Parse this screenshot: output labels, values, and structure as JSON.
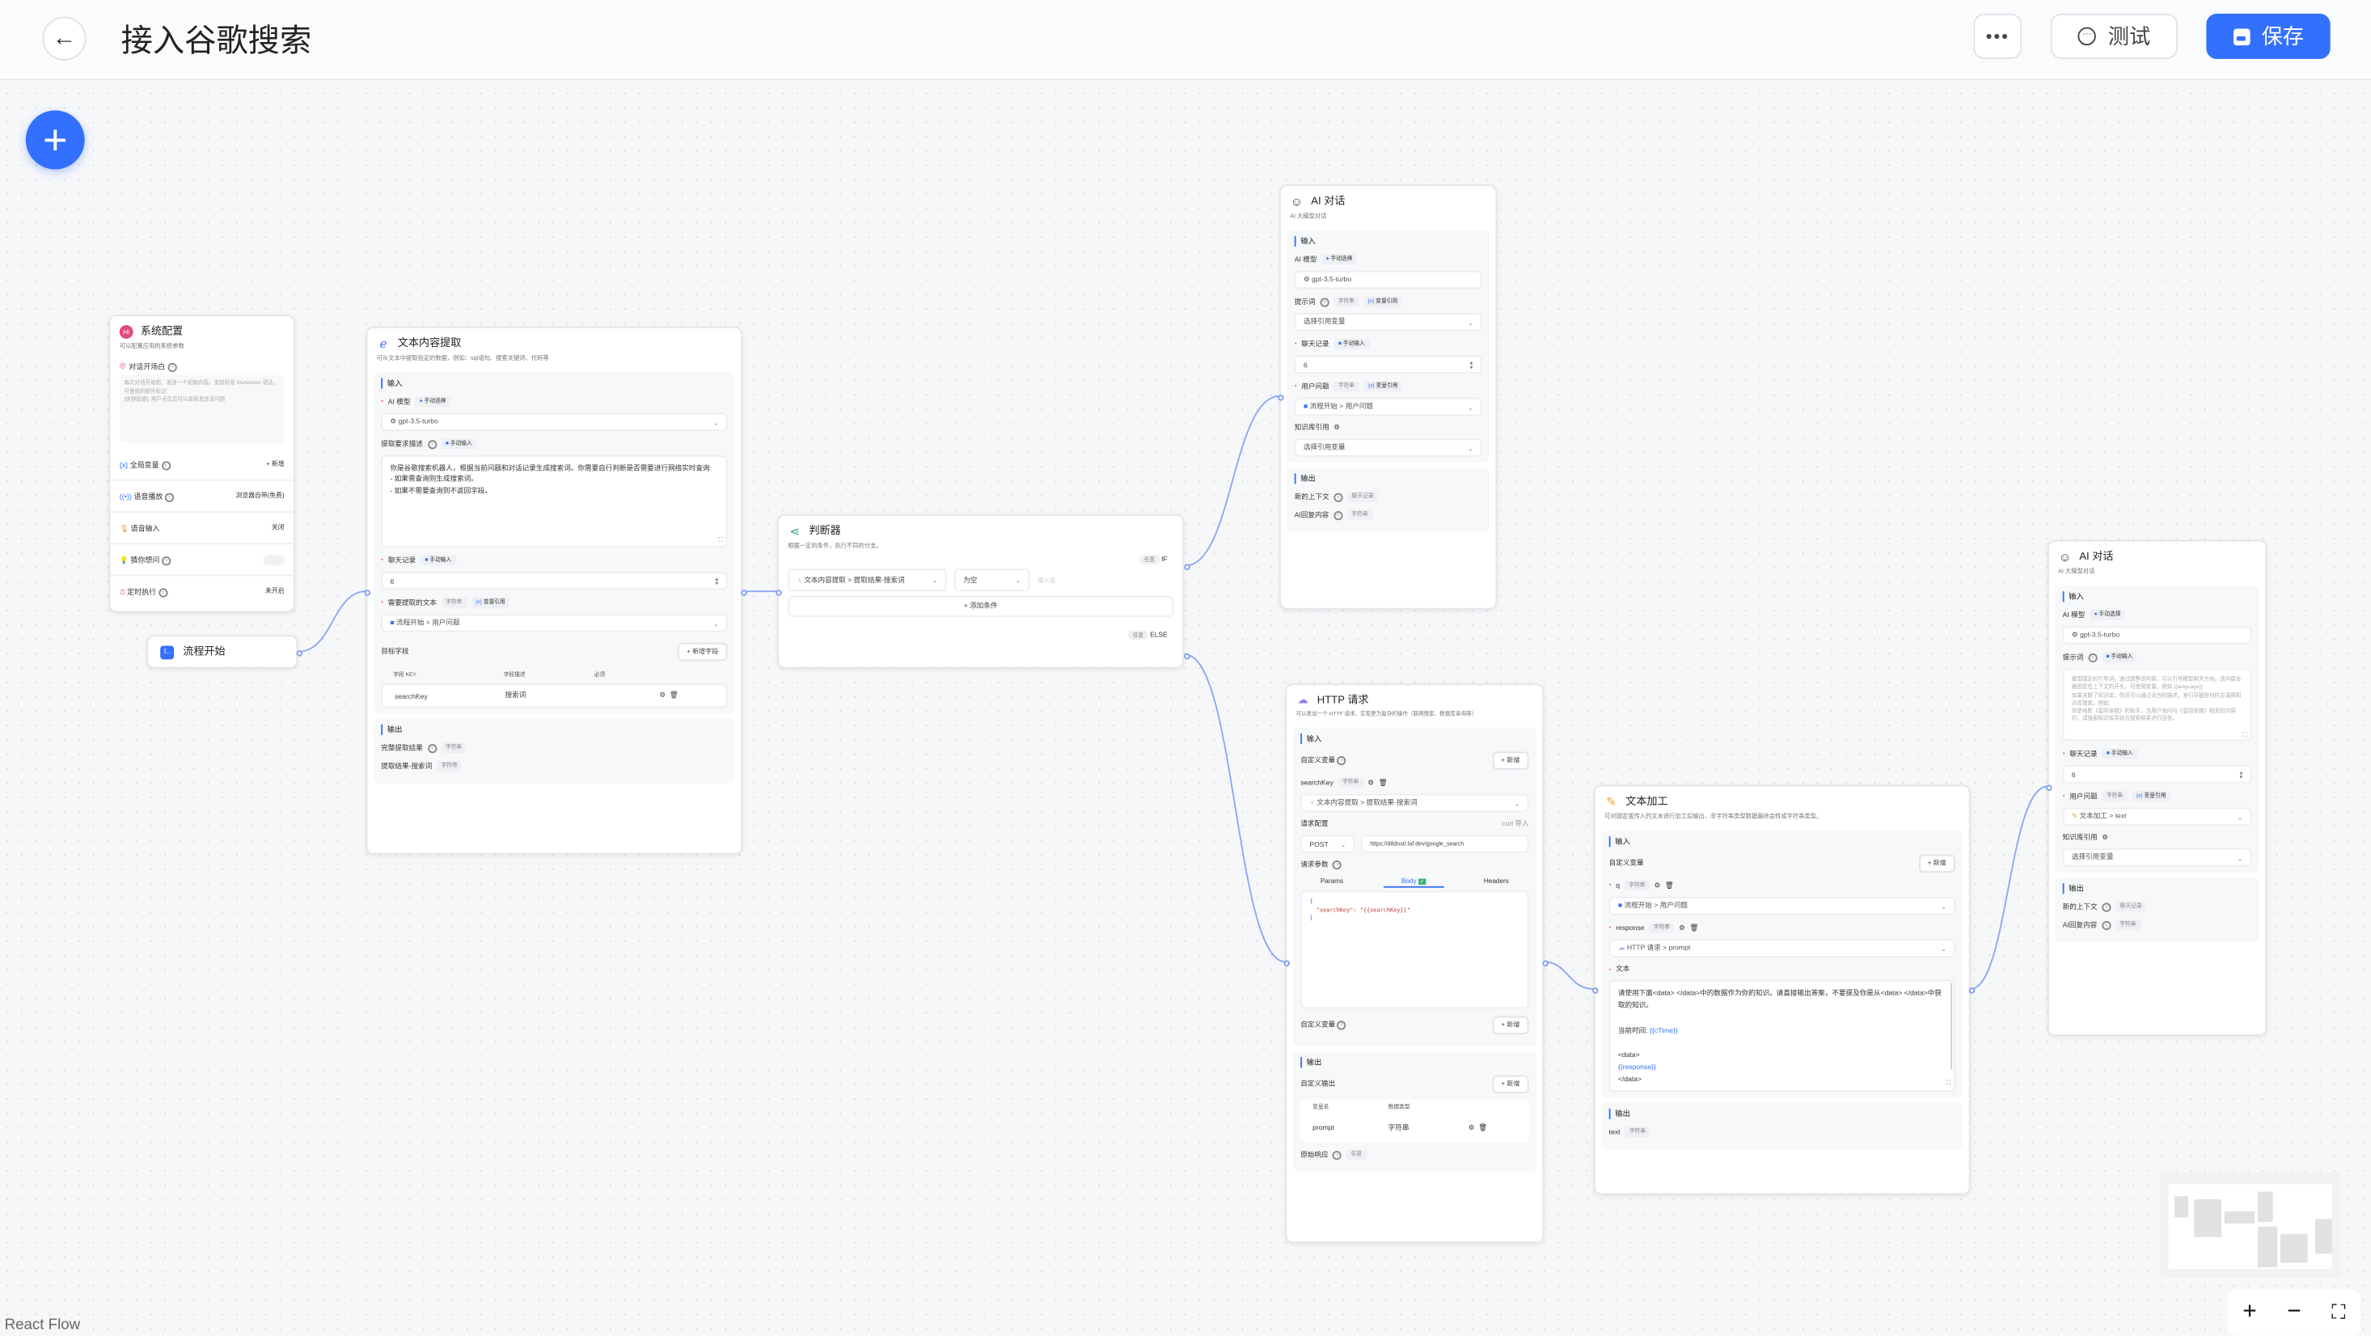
{
  "header": {
    "title": "接入谷歌搜索",
    "more_icon": "ellipsis-icon",
    "test_label": "测试",
    "save_label": "保存",
    "accent": "#3370ff"
  },
  "system_config": {
    "title": "系统配置",
    "desc": "可以配置应用的系统参数",
    "welcome_label": "对话开场白",
    "welcome_placeholder": "每次对话开始前，发送一个初始内容。支持标准 Markdown 语法，可使用的额外标记:\n[快捷按键]: 用户点击后可以直接发送该问题",
    "rows": [
      {
        "label": "全局变量",
        "value": "+ 新增"
      },
      {
        "label": "语音播放",
        "value": "浏览器自带(免费)"
      },
      {
        "label": "语音输入",
        "value": "关闭"
      },
      {
        "label": "猜你想问",
        "value": ""
      },
      {
        "label": "定时执行",
        "value": "未开启"
      }
    ],
    "question_guide_enabled": false
  },
  "flow_start": {
    "title": "流程开始"
  },
  "extract": {
    "title": "文本内容提取",
    "desc": "可从文本中提取指定的数据，例如：sql语句、搜索关键词、代码等",
    "input_title": "输入",
    "model_label": "AI 模型",
    "model_tag": "手动选择",
    "model": "gpt-3.5-turbo",
    "desc_label": "提取要求描述",
    "desc_tag": "手动输入",
    "prompt": "你是谷歌搜索机器人，根据当前问题和对话记录生成搜索词。你需要自行判断是否需要进行网络实时查询:\n- 如果需查询则生成搜索词。\n- 如果不需要查询则不返回字段。",
    "history_label": "聊天记录",
    "history_tag": "手动输入",
    "history": "6",
    "text_label": "需要提取的文本",
    "text_type": "字符串",
    "text_tag": "变量引用",
    "text_value": "流程开始 > 用户问题",
    "fields_label": "目标字段",
    "add_field": "+ 新增字段",
    "columns": [
      "字段 KEY",
      "字段描述",
      "必须"
    ],
    "fields": [
      {
        "key": "searchKey",
        "desc": "搜索词"
      }
    ],
    "output_title": "输出",
    "outputs": [
      {
        "label": "完整提取结果",
        "type": "字符串"
      },
      {
        "label": "提取结果-搜索词",
        "type": "字符串"
      }
    ]
  },
  "judge": {
    "title": "判断器",
    "desc": "根据一定的条件，执行不同的分支。",
    "if_tag": "任意",
    "if_label": "IF",
    "cond_var": "文本内容提取 > 提取结果-搜索词",
    "cond_op": "为空",
    "cond_value_placeholder": "输入值",
    "add_cond": "+ 添加条件",
    "else_tag": "任意",
    "else_label": "ELSE"
  },
  "ai1": {
    "title": "AI 对话",
    "desc": "AI 大模型对话",
    "input_title": "输入",
    "model_label": "AI 模型",
    "model_tag": "手动选择",
    "model": "gpt-3.5-turbo",
    "prompt_label": "提示词",
    "prompt_type": "字符串",
    "prompt_tag": "变量引用",
    "prompt_value": "选择引用变量",
    "history_label": "聊天记录",
    "history_tag": "手动输入",
    "history": "6",
    "question_label": "用户问题",
    "question_type": "字符串",
    "question_tag": "变量引用",
    "question_value": "流程开始 > 用户问题",
    "kb_label": "知识库引用",
    "kb_value": "选择引用变量",
    "output_title": "输出",
    "outputs": [
      {
        "label": "新的上下文",
        "type": "聊天记录"
      },
      {
        "label": "AI回复内容",
        "type": "字符串"
      }
    ]
  },
  "http": {
    "title": "HTTP 请求",
    "desc": "可以发出一个 HTTP 请求，实现更为复杂的操作（联网搜索、数据库查询等）",
    "input_title": "输入",
    "custom_var_label": "自定义变量",
    "add": "+ 新增",
    "var_name": "searchKey",
    "var_type": "字符串",
    "var_value": "文本内容提取 > 提取结果-搜索词",
    "req_label": "请求配置",
    "curl": "curl 导入",
    "method": "POST",
    "url": "https://d8dns0.laf.dev/google_search",
    "params_label": "请求参数",
    "tabs": [
      "Params",
      "Body",
      "Headers"
    ],
    "active_tab": "Body",
    "body": [
      "{",
      "  \"searchKey\": \"{{searchKey}}\"",
      "}"
    ],
    "custom_var_label2": "自定义变量",
    "output_title": "输出",
    "custom_out_label": "自定义输出",
    "out_columns": [
      "变量名",
      "数据类型"
    ],
    "out_rows": [
      {
        "name": "prompt",
        "type": "字符串"
      }
    ],
    "raw_label": "原始响应",
    "raw_type": "任意"
  },
  "textproc": {
    "title": "文本加工",
    "desc": "可对固定或传入的文本进行加工后输出，非字符串类型数据最终会转成字符串类型。",
    "input_title": "输入",
    "custom_var_label": "自定义变量",
    "add": "+ 新增",
    "vars": [
      {
        "name": "q",
        "type": "字符串",
        "value": "流程开始 > 用户问题"
      },
      {
        "name": "response",
        "type": "字符串",
        "value": "HTTP 请求 > prompt"
      }
    ],
    "text_label": "文本",
    "text_line1": "请使用下面<data> </data>中的数据作为你的知识。请直接输出答案，不要提及你是从<data> </data>中获取的知识。",
    "text_time_label": "当前时间: ",
    "text_time_var": "{{cTime}}",
    "text_open": "<data>",
    "text_resp_var": "{{response}}",
    "text_close": "</data>",
    "output_title": "输出",
    "output_name": "text",
    "output_type": "字符串"
  },
  "ai2": {
    "title": "AI 对话",
    "desc": "AI 大模型对话",
    "input_title": "输入",
    "model_label": "AI 模型",
    "model_tag": "手动选择",
    "model": "gpt-3.5-turbo",
    "prompt_label": "提示词",
    "prompt_tag": "手动输入",
    "prompt_placeholder": "模型固定的引导词，通过调整该内容，可以引导模型聊天方向。该内容会被固定在上下文的开头。可使用变量，例如 {{language}}\n如果关联了知识库，你还可以通过适当的描述，来引导模型何时去调用知识库搜索。例如:\n你是电影《星际穿越》的助手，当用户询问与《星际穿越》相关的内容时，请搜索知识库并结合搜索结果进行回答。",
    "history_label": "聊天记录",
    "history_tag": "手动输入",
    "history": "6",
    "question_label": "用户问题",
    "question_type": "字符串",
    "question_tag": "变量引用",
    "question_value": "文本加工 > text",
    "kb_label": "知识库引用",
    "kb_value": "选择引用变量",
    "output_title": "输出",
    "outputs": [
      {
        "label": "新的上下文",
        "type": "聊天记录"
      },
      {
        "label": "AI回复内容",
        "type": "字符串"
      }
    ]
  },
  "controls": {
    "zoom_in": "+",
    "zoom_out": "−",
    "fit_icon": "fit-view-icon"
  },
  "brand": "React Flow"
}
